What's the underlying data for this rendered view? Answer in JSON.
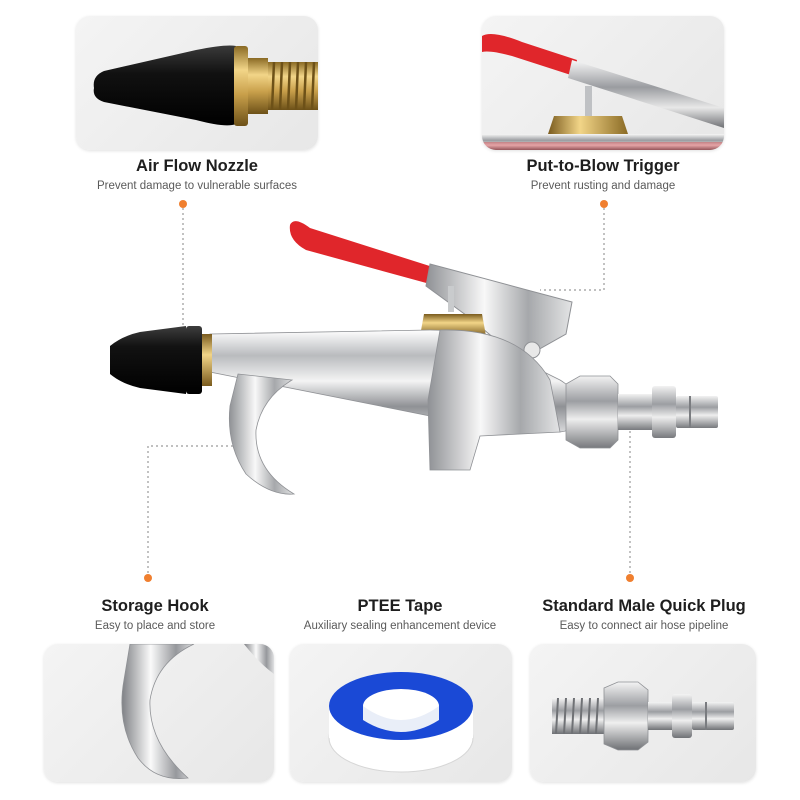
{
  "colors": {
    "accent": "#f07f2f",
    "trigger_red": "#e0262b",
    "brass": "#c9a04b",
    "chrome": "#c8cacd",
    "tape_blue": "#1a49d6"
  },
  "features": {
    "air_flow_nozzle": {
      "title": "Air Flow Nozzle",
      "desc": "Prevent damage to vulnerable surfaces"
    },
    "trigger": {
      "title": "Put-to-Blow Trigger",
      "desc": "Prevent rusting and damage"
    },
    "storage_hook": {
      "title": "Storage Hook",
      "desc": "Easy to place and store"
    },
    "ptee_tape": {
      "title": "PTEE Tape",
      "desc": "Auxiliary sealing enhancement device"
    },
    "quick_plug": {
      "title": "Standard Male Quick Plug",
      "desc": "Easy to connect air hose pipeline"
    }
  }
}
